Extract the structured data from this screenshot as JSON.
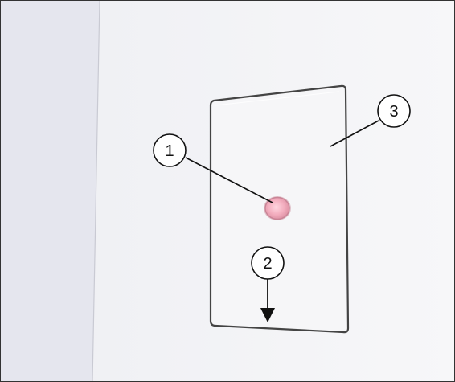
{
  "callouts": [
    {
      "id": "1",
      "label": "1",
      "target": "indicator-led"
    },
    {
      "id": "2",
      "label": "2",
      "target": "panel-lower-edge"
    },
    {
      "id": "3",
      "label": "3",
      "target": "cover-panel"
    }
  ],
  "colors": {
    "background_main": "#f5f6f8",
    "background_left": "#e7e8ef",
    "outline": "#444444",
    "led_fill": "#f2a7b6",
    "led_ring": "#d38a9b",
    "stroke": "#111111"
  }
}
